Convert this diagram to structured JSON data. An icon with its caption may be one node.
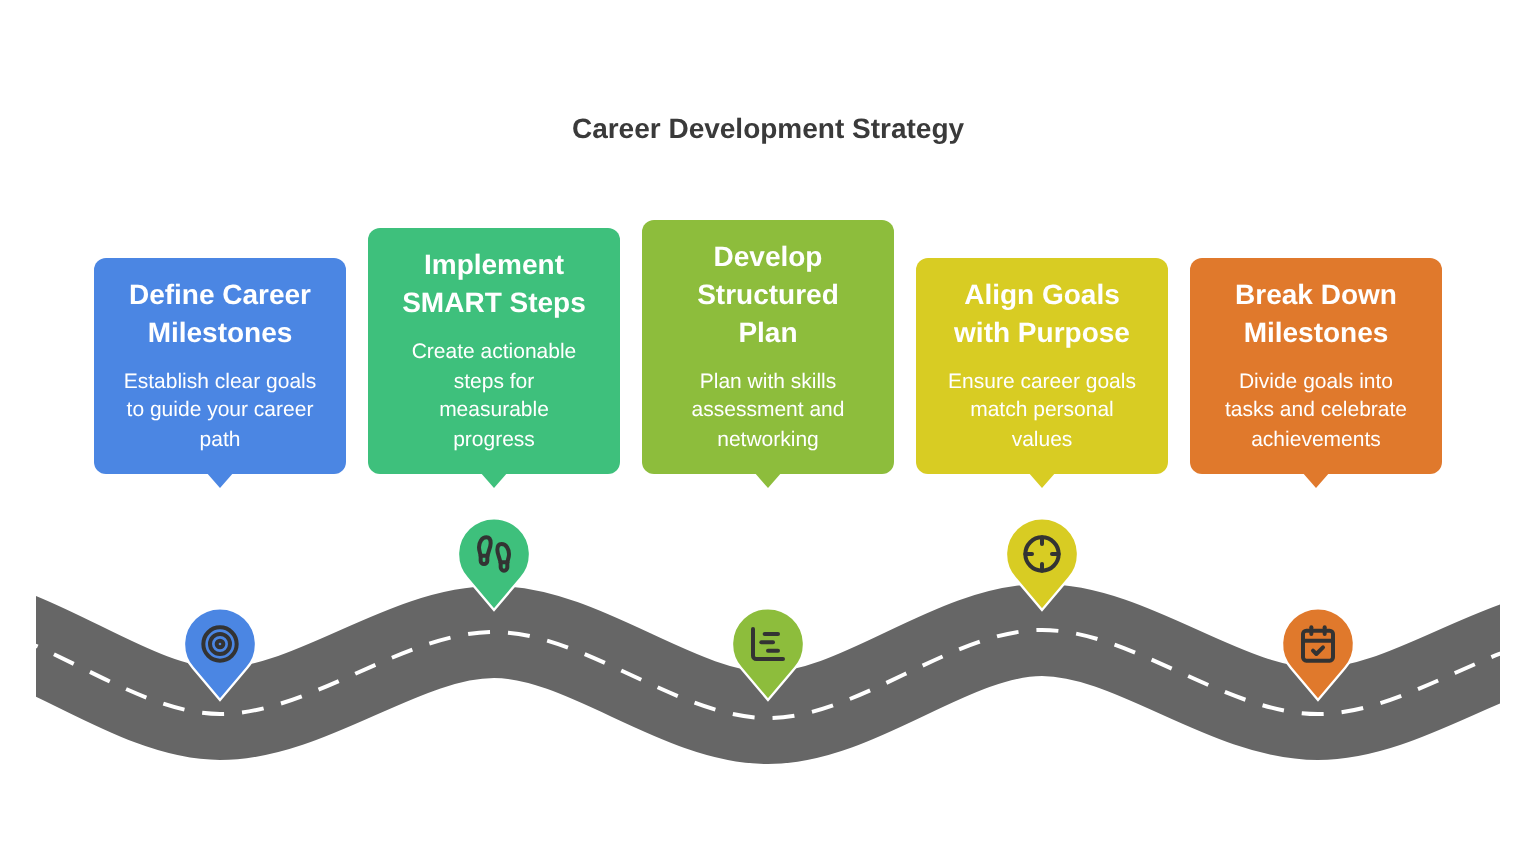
{
  "diagram": {
    "title": "Career Development Strategy",
    "nodes": [
      {
        "text": [
          "Define Career Milestones",
          "Establish clear goals to guide your career path"
        ]
      },
      {
        "text": [
          "Implement SMART Steps",
          "Create actionable steps for measurable progress"
        ]
      },
      {
        "text": [
          "Develop Structured Plan",
          "Plan with skills assessment and networking"
        ]
      },
      {
        "text": [
          "Align Goals with Purpose",
          "Ensure career goals match personal values"
        ]
      },
      {
        "text": [
          "Break Down Milestones",
          "Divide goals into tasks and celebrate achievements"
        ]
      }
    ]
  }
}
